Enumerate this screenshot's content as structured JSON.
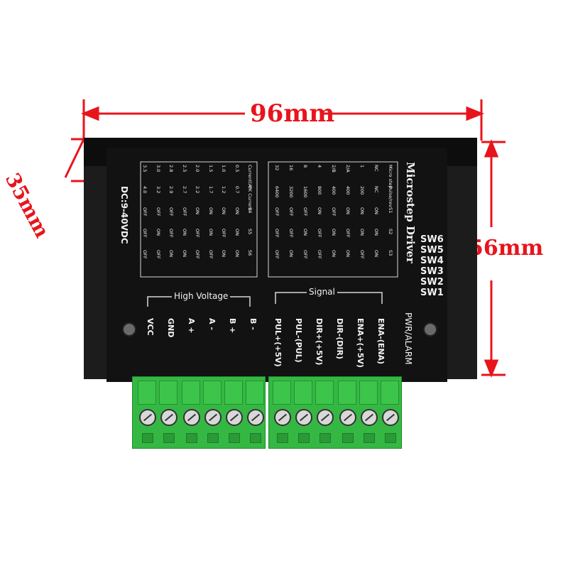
{
  "dimensions": {
    "width": "96mm",
    "height": "56mm",
    "depth": "35mm"
  },
  "panel": {
    "title": "Microstep Driver",
    "supply": "DC:9-40VDC",
    "switches": [
      "SW6",
      "SW5",
      "SW4",
      "SW3",
      "SW2",
      "SW1"
    ],
    "pwr_alarm": "PWR/ALARM"
  },
  "micro_table": {
    "headers": [
      "Micro step",
      "Pulse/rev",
      "S1",
      "S2",
      "S3"
    ],
    "rows": [
      [
        "NC",
        "NC",
        "ON",
        "ON",
        "ON"
      ],
      [
        "1",
        "200",
        "ON",
        "ON",
        "OFF"
      ],
      [
        "2/A",
        "400",
        "ON",
        "OFF",
        "ON"
      ],
      [
        "2/B",
        "400",
        "OFF",
        "ON",
        "ON"
      ],
      [
        "4",
        "800",
        "ON",
        "OFF",
        "OFF"
      ],
      [
        "8",
        "1600",
        "OFF",
        "ON",
        "OFF"
      ],
      [
        "16",
        "3200",
        "OFF",
        "OFF",
        "ON"
      ],
      [
        "32",
        "6400",
        "OFF",
        "OFF",
        "OFF"
      ]
    ]
  },
  "current_table": {
    "headers": [
      "Current(A)",
      "PK Current",
      "S4",
      "S5",
      "S6"
    ],
    "rows": [
      [
        "0.5",
        "0.7",
        "ON",
        "ON",
        "ON"
      ],
      [
        "1.0",
        "1.2",
        "ON",
        "OFF",
        "ON"
      ],
      [
        "1.5",
        "1.7",
        "ON",
        "ON",
        "OFF"
      ],
      [
        "2.0",
        "2.2",
        "ON",
        "OFF",
        "OFF"
      ],
      [
        "2.5",
        "2.7",
        "OFF",
        "ON",
        "ON"
      ],
      [
        "2.8",
        "2.9",
        "OFF",
        "OFF",
        "ON"
      ],
      [
        "3.0",
        "3.2",
        "OFF",
        "ON",
        "OFF"
      ],
      [
        "3.5",
        "4.0",
        "OFF",
        "OFF",
        "OFF"
      ]
    ]
  },
  "high_voltage": {
    "label": "High Voltage",
    "pins": [
      "VCC",
      "GND",
      "A +",
      "A -",
      "B +",
      "B -"
    ]
  },
  "signal": {
    "label": "Signal",
    "pins": [
      "PUL+(+5V)",
      "PUL-(PUL)",
      "DIR+(+5V)",
      "DIR-(DIR)",
      "ENA+(+5V)",
      "ENA-(ENA)"
    ]
  },
  "colors": {
    "dimension": "#e8141c",
    "terminal_green": "#35b843",
    "housing": "#1c1c1c"
  }
}
